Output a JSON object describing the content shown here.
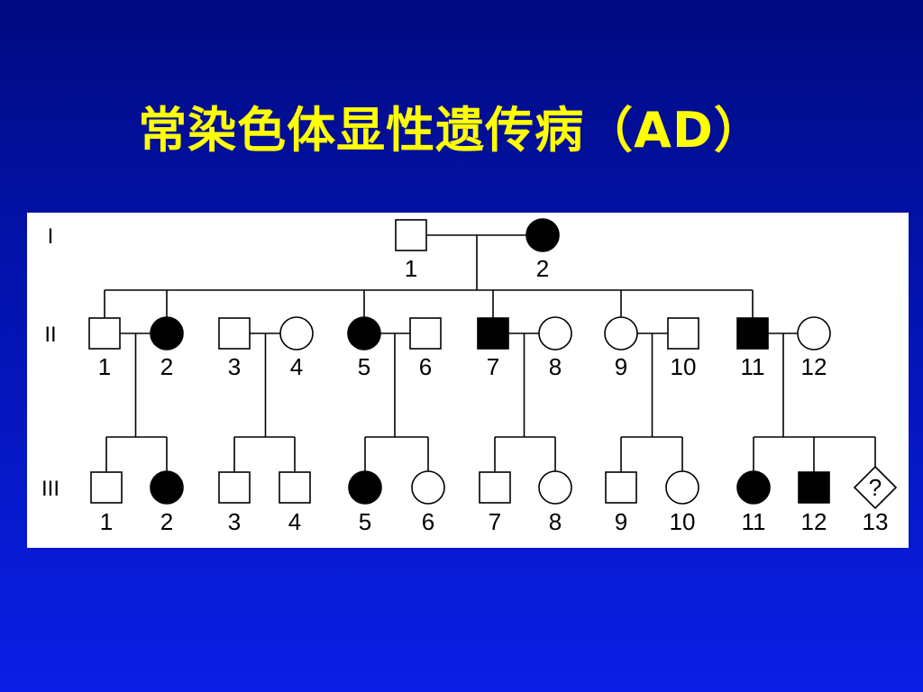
{
  "title": "常染色体显性遗传病（AD）",
  "colors": {
    "background": "#0318c8",
    "title": "#ffff00",
    "panel": "#ffffff",
    "affected": "#000000",
    "unaffected": "#ffffff"
  },
  "generations": [
    "I",
    "II",
    "III"
  ],
  "individuals": {
    "I": [
      {
        "n": "1",
        "sex": "male",
        "affected": false
      },
      {
        "n": "2",
        "sex": "female",
        "affected": true
      }
    ],
    "II": [
      {
        "n": "1",
        "sex": "male",
        "affected": false
      },
      {
        "n": "2",
        "sex": "female",
        "affected": true
      },
      {
        "n": "3",
        "sex": "male",
        "affected": false
      },
      {
        "n": "4",
        "sex": "female",
        "affected": false
      },
      {
        "n": "5",
        "sex": "female",
        "affected": true
      },
      {
        "n": "6",
        "sex": "male",
        "affected": false
      },
      {
        "n": "7",
        "sex": "male",
        "affected": true
      },
      {
        "n": "8",
        "sex": "female",
        "affected": false
      },
      {
        "n": "9",
        "sex": "female",
        "affected": false
      },
      {
        "n": "10",
        "sex": "male",
        "affected": false
      },
      {
        "n": "11",
        "sex": "male",
        "affected": true
      },
      {
        "n": "12",
        "sex": "female",
        "affected": false
      }
    ],
    "III": [
      {
        "n": "1",
        "sex": "male",
        "affected": false
      },
      {
        "n": "2",
        "sex": "female",
        "affected": true
      },
      {
        "n": "3",
        "sex": "male",
        "affected": false
      },
      {
        "n": "4",
        "sex": "male",
        "affected": false
      },
      {
        "n": "5",
        "sex": "female",
        "affected": true
      },
      {
        "n": "6",
        "sex": "female",
        "affected": false
      },
      {
        "n": "7",
        "sex": "male",
        "affected": false
      },
      {
        "n": "8",
        "sex": "female",
        "affected": false
      },
      {
        "n": "9",
        "sex": "male",
        "affected": false
      },
      {
        "n": "10",
        "sex": "female",
        "affected": false
      },
      {
        "n": "11",
        "sex": "female",
        "affected": true
      },
      {
        "n": "12",
        "sex": "male",
        "affected": true
      },
      {
        "n": "13",
        "sex": "unknown",
        "affected": false,
        "mark": "?"
      }
    ]
  },
  "matings": [
    {
      "gen": "I",
      "partners": [
        "1",
        "2"
      ],
      "children": [
        "1",
        "2",
        "5",
        "7",
        "9",
        "11"
      ]
    },
    {
      "gen": "II",
      "partners": [
        "1",
        "2"
      ],
      "children": [
        "1",
        "2"
      ]
    },
    {
      "gen": "II",
      "partners": [
        "3",
        "4"
      ],
      "children": [
        "3",
        "4"
      ]
    },
    {
      "gen": "II",
      "partners": [
        "5",
        "6"
      ],
      "children": [
        "5",
        "6"
      ]
    },
    {
      "gen": "II",
      "partners": [
        "7",
        "8"
      ],
      "children": [
        "7",
        "8"
      ]
    },
    {
      "gen": "II",
      "partners": [
        "9",
        "10"
      ],
      "children": [
        "9",
        "10"
      ]
    },
    {
      "gen": "II",
      "partners": [
        "11",
        "12"
      ],
      "children": [
        "11",
        "12",
        "13"
      ]
    }
  ]
}
